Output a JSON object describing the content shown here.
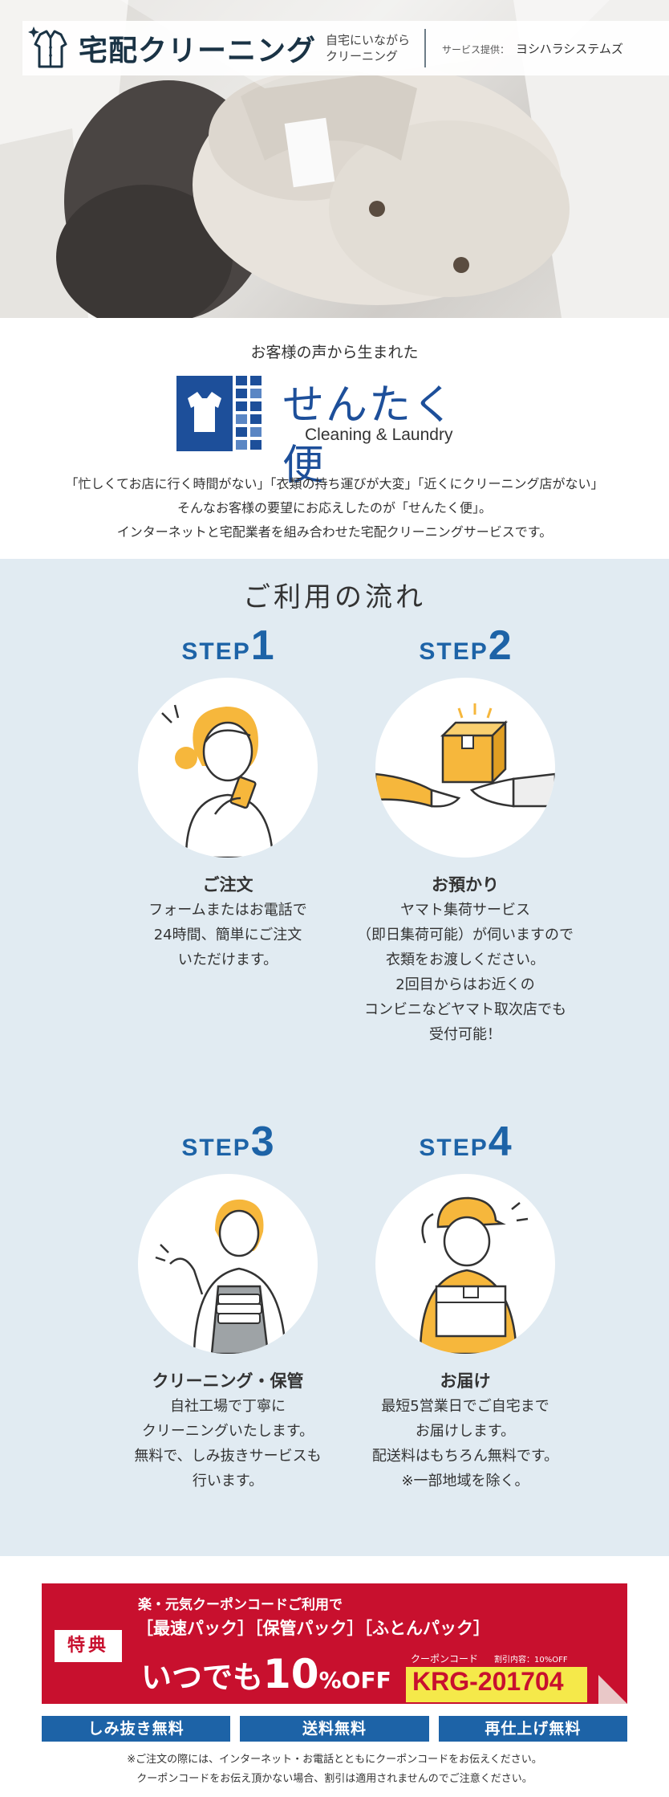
{
  "brand": {
    "title": "宅配クリーニング",
    "tagline_1": "自宅にいながら",
    "tagline_2": "クリーニング",
    "provider_label": "サービス提供：",
    "provider_name": "ヨシハラシステムズ"
  },
  "intro": {
    "subtitle": "お客様の声から生まれた",
    "logo_text": "せんたく便",
    "logo_sub": "Cleaning & Laundry",
    "line_1": "「忙しくてお店に行く時間がない」「衣類の持ち運びが大変」「近くにクリーニング店がない」",
    "line_2": "そんなお客様の要望にお応えしたのが「せんたく便」。",
    "line_3": "インターネットと宅配業者を組み合わせた宅配クリーニングサービスです。"
  },
  "flow": {
    "title": "ご利用の流れ",
    "step_word": "STEP",
    "steps": [
      {
        "num": "1",
        "title": "ご注文",
        "desc": [
          "フォームまたはお電話で",
          "24時間、簡単にご注文",
          "いただけます。"
        ]
      },
      {
        "num": "2",
        "title": "お預かり",
        "desc": [
          "ヤマト集荷サービス",
          "（即日集荷可能）が伺いますので",
          "衣類をお渡しください。",
          "2回目からはお近くの",
          "コンビニなどヤマト取次店でも",
          "受付可能！"
        ]
      },
      {
        "num": "3",
        "title": "クリーニング・保管",
        "desc": [
          "自社工場で丁寧に",
          "クリーニングいたします。",
          "無料で、しみ抜きサービスも",
          "行います。"
        ]
      },
      {
        "num": "4",
        "title": "お届け",
        "desc": [
          "最短5営業日でご自宅まで",
          "お届けします。",
          "配送料はもちろん無料です。",
          "※一部地域を除く。"
        ]
      }
    ]
  },
  "coupon": {
    "badge": "特典",
    "line_1": "楽・元気クーポンコードご利用で",
    "line_2": "［最速パック］［保管パック］［ふとんパック］",
    "line_3_pre": "いつでも",
    "line_3_num": "10",
    "line_3_post": "%OFF",
    "code_label": "クーポンコード",
    "code_detail": "割引内容：10%OFF",
    "code_value": "KRG-201704"
  },
  "benefits": [
    "しみ抜き無料",
    "送料無料",
    "再仕上げ無料"
  ],
  "notes": {
    "line_1": "※ご注文の際には、インターネット・お電話とともにクーポンコードをお伝えください。",
    "line_2": "クーポンコードをお伝え頂かない場合、割引は適用されませんのでご注意ください。"
  },
  "colors": {
    "brand_navy": "#1a3345",
    "step_blue": "#1d63a7",
    "flow_bg": "#e1ebf2",
    "coupon_red": "#c8102e",
    "code_yellow": "#f5e94a"
  }
}
